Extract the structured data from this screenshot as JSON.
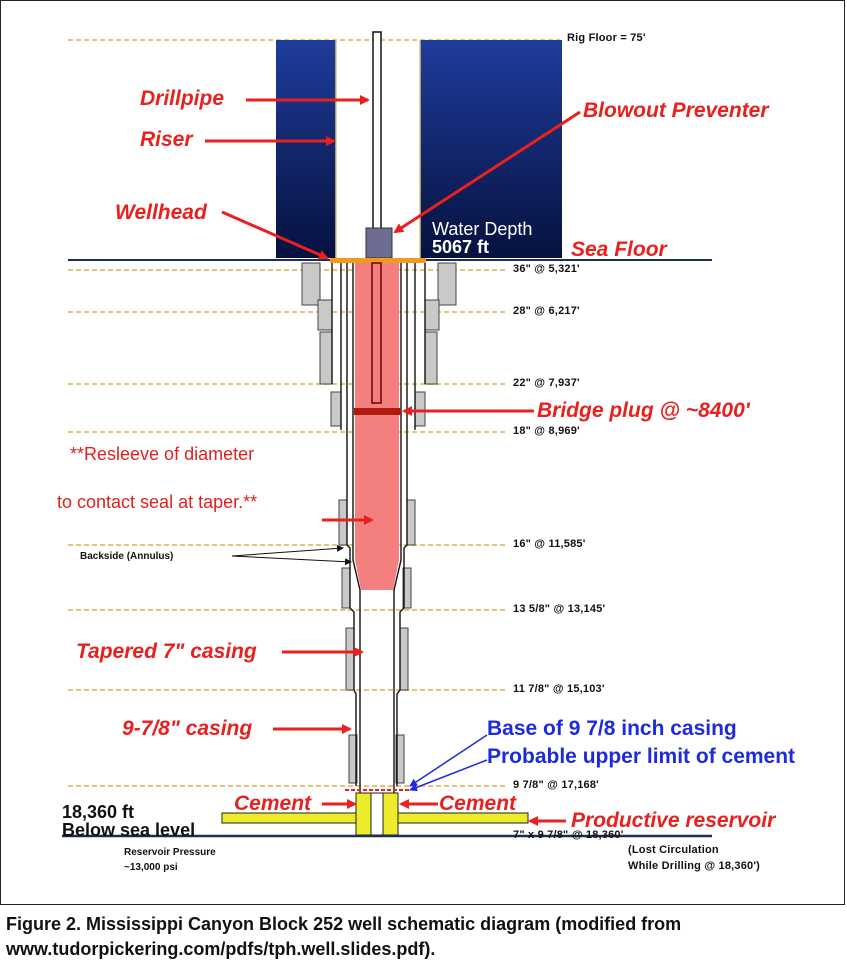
{
  "depth_markers": {
    "rig_floor": "Rig Floor = 75'",
    "c36": "36\" @ 5,321'",
    "c28": "28\" @ 6,217'",
    "c22": "22\" @ 7,937'",
    "c18": "18\" @ 8,969'",
    "c16": "16\" @ 11,585'",
    "c13": "13 5/8\" @ 13,145'",
    "c11": "11 7/8\" @ 15,103'",
    "c9": "9 7/8\" @ 17,168'",
    "c7": "7\" x 9 7/8\" @ 18,360'",
    "lost_circ_1": "(Lost Circulation",
    "lost_circ_2": "While Drilling @ 18,360')"
  },
  "labels": {
    "drillpipe": "Drillpipe",
    "riser": "Riser",
    "wellhead": "Wellhead",
    "bop": "Blowout Preventer",
    "water_depth_1": "Water Depth",
    "water_depth_2": "5067 ft",
    "sea_floor": "Sea Floor",
    "bridge_plug": "Bridge plug @ ~8400'",
    "resleeve_1": "**Resleeve of diameter",
    "resleeve_2": "to contact seal at taper.**",
    "backside": "Backside (Annulus)",
    "tapered": "Tapered 7\" casing",
    "casing_978": "9-7/8\" casing",
    "base_casing": "Base of 9 7/8 inch casing",
    "upper_cement": "Probable upper limit of cement",
    "cement_left": "Cement",
    "cement_right": "Cement",
    "productive": "Productive reservoir",
    "depth_1": "18,360 ft",
    "depth_2": "Below sea level",
    "reservoir_1": "Reservoir Pressure",
    "reservoir_2": "~13,000 psi"
  },
  "caption_line1": "Figure 2.  Mississippi Canyon Block 252 well schematic diagram (modified from",
  "caption_line2": "www.tudorpickering.com/pdfs/tph.well.slides.pdf).",
  "colors": {
    "ocean_top": "#1e3c9a",
    "ocean_bottom": "#06113f",
    "label_red": "#e8201e",
    "label_blue": "#1e2bdc",
    "plug_fill": "#f47f7f",
    "bop": "#6d6c93",
    "reservoir": "#ecec2a",
    "wellhead": "#f29a1e",
    "depth_line": "#e3c47a"
  }
}
